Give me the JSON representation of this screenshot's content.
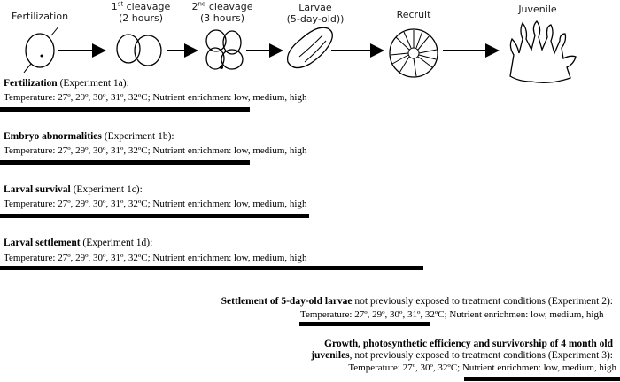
{
  "stages": [
    {
      "pre": "Fertilization",
      "sup": "",
      "post": "",
      "line2": ""
    },
    {
      "pre": "1",
      "sup": "st",
      "post": " cleavage",
      "line2": "(2 hours)"
    },
    {
      "pre": "2",
      "sup": "nd",
      "post": " cleavage",
      "line2": "(3 hours)"
    },
    {
      "pre": "Larvae",
      "sup": "",
      "post": "",
      "line2": "(5-day-old))"
    },
    {
      "pre": "Recruit",
      "sup": "",
      "post": "",
      "line2": ""
    },
    {
      "pre": "Juvenile",
      "sup": "",
      "post": "",
      "line2": ""
    }
  ],
  "experiments": [
    {
      "title_bold": "Fertilization",
      "title_rest": " (Experiment 1a):",
      "conditions": "Temperature: 27º, 29º, 30º, 31º, 32ºC; Nutrient enrichmen: low, medium, high"
    },
    {
      "title_bold": "Embryo abnormalities",
      "title_rest": " (Experiment 1b):",
      "conditions": "Temperature: 27º, 29º, 30º, 31º, 32ºC; Nutrient enrichmen: low, medium, high"
    },
    {
      "title_bold": "Larval survival",
      "title_rest": " (Experiment 1c):",
      "conditions": "Temperature: 27º, 29º, 30º, 31º, 32ºC; Nutrient enrichmen: low, medium, high"
    },
    {
      "title_bold": "Larval settlement",
      "title_rest": " (Experiment 1d):",
      "conditions": "Temperature: 27º, 29º, 30º, 31º, 32ºC; Nutrient enrichmen: low, medium, high"
    },
    {
      "title_bold": "Settlement of 5-day-old larvae",
      "title_rest": " not previously exposed to treatment conditions (Experiment 2):",
      "conditions": "Temperature: 27º, 29º, 30º, 31º, 32ºC; Nutrient enrichmen: low, medium, high"
    },
    {
      "title_bold": "Growth, photosynthetic efficiency and survivorship of 4 month old",
      "title_bold2": "juveniles",
      "title_rest": ", not previously exposed to treatment conditions (Experiment 3):",
      "conditions": "Temperature: 27º, 30º, 32ºC; Nutrient enrichmen: low, medium, high"
    }
  ]
}
